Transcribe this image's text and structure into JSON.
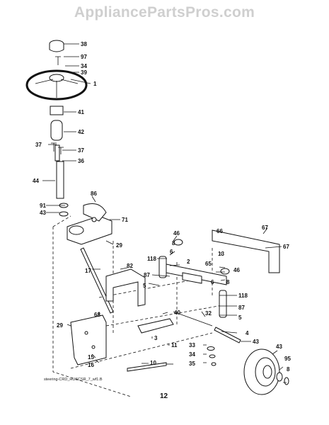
{
  "watermark": "AppliancePartsPros.com",
  "caption": "steering-CRD_HUSCSR_7_wf1.B",
  "page_number": "12",
  "callouts": [
    "38",
    "97",
    "34",
    "39",
    "1",
    "41",
    "42",
    "37",
    "37",
    "36",
    "44",
    "86",
    "91",
    "43",
    "71",
    "29",
    "46",
    "8",
    "66",
    "67",
    "67",
    "118",
    "6",
    "13",
    "2",
    "65",
    "46",
    "5",
    "8",
    "6",
    "87",
    "82",
    "17",
    "118",
    "87",
    "5",
    "68",
    "40",
    "32",
    "29",
    "3",
    "4",
    "43",
    "11",
    "33",
    "34",
    "35",
    "43",
    "95",
    "8",
    "15",
    "16",
    "10"
  ]
}
